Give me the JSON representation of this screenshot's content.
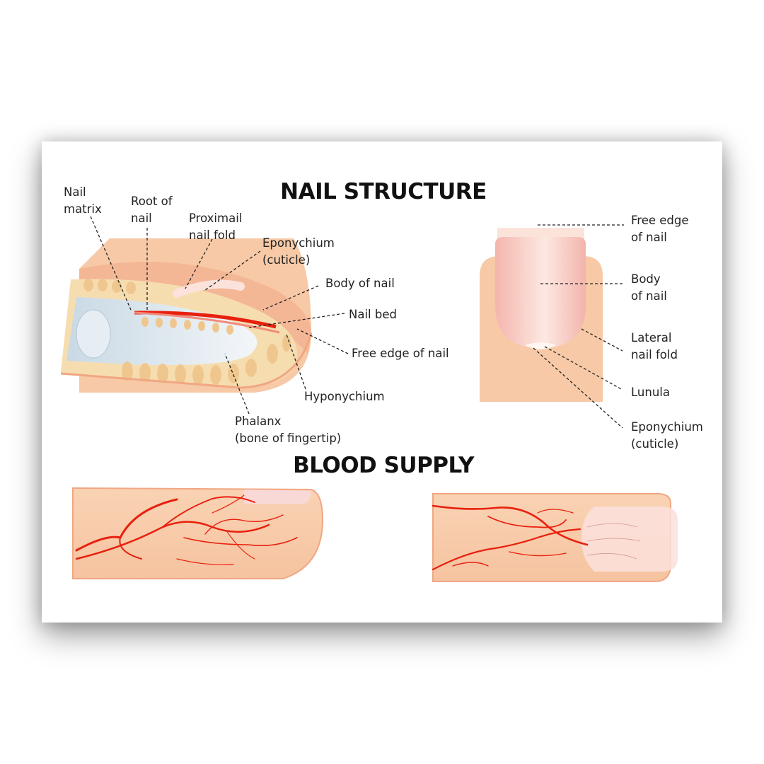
{
  "titles": {
    "nail_structure": "NAIL STRUCTURE",
    "blood_supply": "BLOOD SUPPLY"
  },
  "side_labels": {
    "nail_matrix": [
      "Nail",
      "matrix"
    ],
    "root_of_nail": [
      "Root of",
      "nail"
    ],
    "proximal_nail_fold": [
      "Proximail",
      "nail fold"
    ],
    "eponychium": [
      "Eponychium",
      "(cuticle)"
    ],
    "body_of_nail": [
      "Body of nail"
    ],
    "nail_bed": [
      "Nail bed"
    ],
    "free_edge": [
      "Free edge of nail"
    ],
    "hyponychium": [
      "Hyponychium"
    ],
    "phalanx": [
      "Phalanx",
      "(bone of fingertip)"
    ]
  },
  "top_labels": {
    "free_edge": [
      "Free edge",
      "of nail"
    ],
    "body_of_nail": [
      "Body",
      "of nail"
    ],
    "lateral_nail_fold": [
      "Lateral",
      "nail fold"
    ],
    "lunula": [
      "Lunula"
    ],
    "eponychium": [
      "Eponychium",
      "(cuticle)"
    ]
  },
  "colors": {
    "skin": "#f7c9a6",
    "skin_dark": "#f0a782",
    "fat": "#f6ddb0",
    "fat_cells": "#efc78e",
    "bone": "#dde7ee",
    "nail": "#f7c8c2",
    "vessel": "#e8200e",
    "leader": "#222222"
  }
}
